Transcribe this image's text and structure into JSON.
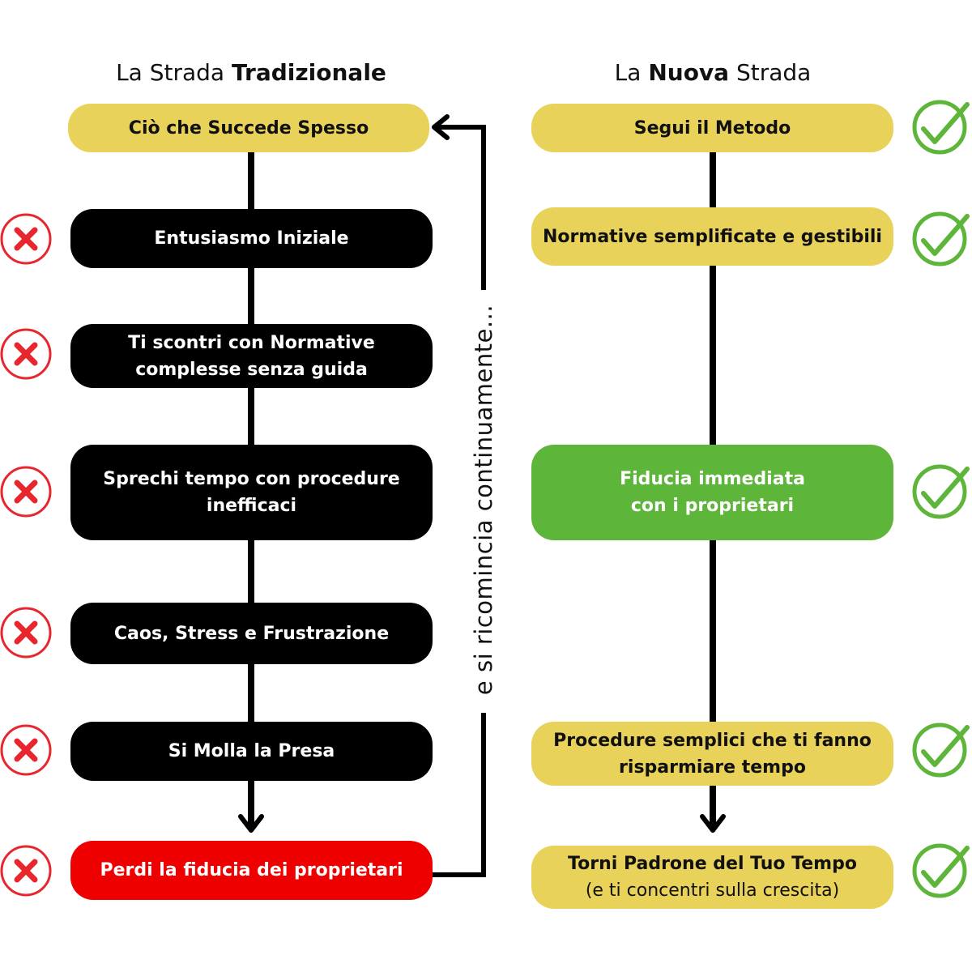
{
  "left_column": {
    "heading_prefix": "La Strada ",
    "heading_bold": "Tradizionale",
    "steps": [
      {
        "lines": [
          "Ciò che Succede Spesso"
        ],
        "style": "yellow"
      },
      {
        "lines": [
          "Entusiasmo Iniziale"
        ],
        "style": "black"
      },
      {
        "lines": [
          "Ti scontri con Normative",
          "complesse senza guida"
        ],
        "style": "black"
      },
      {
        "lines": [
          "Sprechi tempo con procedure",
          "inefficaci"
        ],
        "style": "black"
      },
      {
        "lines": [
          "Caos, Stress e Frustrazione"
        ],
        "style": "black"
      },
      {
        "lines": [
          "Si Molla la Presa"
        ],
        "style": "black"
      },
      {
        "lines": [
          "Perdi la fiducia dei proprietari"
        ],
        "style": "red"
      }
    ],
    "marker_icon": "x-circle-icon"
  },
  "right_column": {
    "heading_prefix": "La ",
    "heading_bold": "Nuova",
    "heading_suffix": " Strada",
    "steps": [
      {
        "lines": [
          "Segui il Metodo"
        ],
        "style": "yellow"
      },
      {
        "lines": [
          "Normative semplificate e gestibili"
        ],
        "style": "yellow"
      },
      {
        "lines": [
          "Fiducia immediata",
          "con i proprietari"
        ],
        "style": "green"
      },
      {
        "lines": [
          "Procedure semplici che ti fanno",
          "risparmiare tempo"
        ],
        "style": "yellow"
      },
      {
        "lines": [
          "Torni Padrone del Tuo Tempo"
        ],
        "sub": "(e ti concentri sulla crescita)",
        "style": "yellow"
      }
    ],
    "marker_icon": "check-circle-icon"
  },
  "loop_label": "e si ricomincia continuamente...",
  "colors": {
    "yellow": "#e8d25a",
    "black": "#000000",
    "red": "#ee0000",
    "green": "#5db53a",
    "x_mark": "#e8262e",
    "check_mark": "#5db53a"
  }
}
